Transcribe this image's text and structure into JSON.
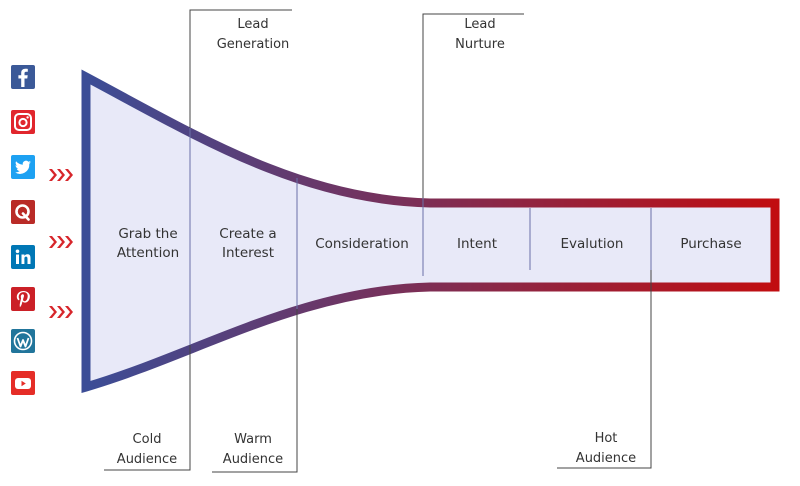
{
  "colors": {
    "funnel_start": "#3c4d96",
    "funnel_end": "#c10d10",
    "funnel_fill": "#e8e9f8",
    "divider": "#6a70a8",
    "annotation_line": "#444444",
    "chevron": "#d7262b"
  },
  "social_icons": [
    {
      "name": "facebook-icon",
      "color": "#3b5998"
    },
    {
      "name": "instagram-icon",
      "color": "#e1262d"
    },
    {
      "name": "twitter-icon",
      "color": "#1da1f2"
    },
    {
      "name": "quora-icon",
      "color": "#b92b27"
    },
    {
      "name": "linkedin-icon",
      "color": "#0077b5"
    },
    {
      "name": "pinterest-icon",
      "color": "#cb2027"
    },
    {
      "name": "wordpress-icon",
      "color": "#21759b"
    },
    {
      "name": "youtube-icon",
      "color": "#e52d27"
    }
  ],
  "stages": [
    {
      "label": "Grab the\nAttention"
    },
    {
      "label": "Create a\nInterest"
    },
    {
      "label": "Consideration"
    },
    {
      "label": "Intent"
    },
    {
      "label": "Evalution"
    },
    {
      "label": "Purchase"
    }
  ],
  "top_annotations": [
    {
      "label": "Lead\nGeneration"
    },
    {
      "label": "Lead\nNurture"
    }
  ],
  "bottom_annotations": [
    {
      "label": "Cold\nAudience"
    },
    {
      "label": "Warm\nAudience"
    },
    {
      "label": "Hot\nAudience"
    }
  ]
}
